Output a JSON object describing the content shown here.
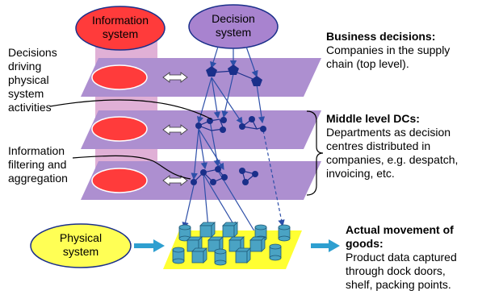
{
  "ovals": {
    "information_system": [
      "Information",
      "system"
    ],
    "decision_system": [
      "Decision",
      "system"
    ],
    "physical_system": [
      "Physical",
      "system"
    ]
  },
  "left_notes": {
    "decisions_driving": [
      "Decisions",
      "driving",
      "physical",
      "system",
      "activities"
    ],
    "information_filtering": [
      "Information",
      "filtering and",
      "aggregation"
    ]
  },
  "right_notes": {
    "business": {
      "title": "Business decisions:",
      "lines": [
        "Companies in the supply",
        "chain (top level)."
      ]
    },
    "middle": {
      "title": "Middle level DCs:",
      "lines": [
        "Departments as decision",
        "centres distributed in",
        "companies, e.g. despatch,",
        "invoicing, etc."
      ]
    },
    "actual": {
      "title": [
        "Actual movement of",
        "goods:"
      ],
      "lines": [
        "Product data captured",
        "through dock doors,",
        "shelf, packing points."
      ]
    }
  },
  "colors": {
    "information_oval": "#ff3b3b",
    "decision_oval": "#a883cf",
    "physical_oval": "#ffff55",
    "plane": "#ad8fd0",
    "info_column": "#e0b0d6",
    "yellow_floor": "#ffff33",
    "cylinder": "#4aa3c4",
    "node": "#1a2f8a",
    "arrow_blue": "#2d6bb3",
    "big_arrow": "#2e9fd0"
  },
  "icons": [
    "double-arrow-icon",
    "pentagon-node-icon",
    "circle-node-icon",
    "cylinder-icon",
    "box-icon",
    "right-arrow-icon"
  ]
}
